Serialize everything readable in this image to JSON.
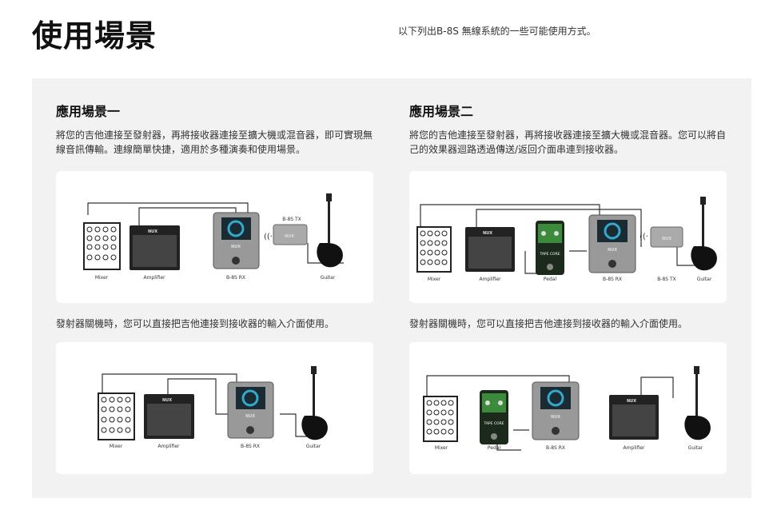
{
  "header": {
    "title": "使用場景",
    "subtitle": "以下列出B-8S 無線系統的一些可能使用方式。"
  },
  "scenarios": [
    {
      "title": "應用場景一",
      "description": "將您的吉他連接至發射器，再將接收器連接至擴大機或混音器，即可實現無線音訊傳輸。連線簡單快捷，適用於多種演奏和使用場景。",
      "diagram_top": {
        "labels": {
          "mixer": "Mixer",
          "amplifier": "Amplifier",
          "rx": "B-8S RX",
          "tx": "B-8S TX",
          "guitar": "Guitar"
        }
      },
      "note": "發射器關機時，您可以直接把吉他連接到接收器的輸入介面使用。",
      "diagram_bottom": {
        "labels": {
          "mixer": "Mixer",
          "amplifier": "Amplifier",
          "rx": "B-8S RX",
          "guitar": "Guitar"
        }
      }
    },
    {
      "title": "應用場景二",
      "description": "將您的吉他連接至發射器，再將接收器連接至擴大機或混音器。您可以將自己的效果器迴路透過傳送/返回介面串連到接收器。",
      "diagram_top": {
        "labels": {
          "mixer": "Mixer",
          "amplifier": "Amplifier",
          "pedal": "Pedal",
          "rx": "B-8S RX",
          "tx": "B-8S TX",
          "guitar": "Guitar"
        }
      },
      "note": "發射器關機時，您可以直接把吉他連接到接收器的輸入介面使用。",
      "diagram_bottom": {
        "labels": {
          "mixer": "Mixer",
          "pedal": "Pedal",
          "rx": "B-8S RX",
          "amplifier": "Amplifier",
          "guitar": "Guitar"
        }
      }
    }
  ],
  "brand_text": "NUX",
  "pedal_text": "TAPE CORE"
}
